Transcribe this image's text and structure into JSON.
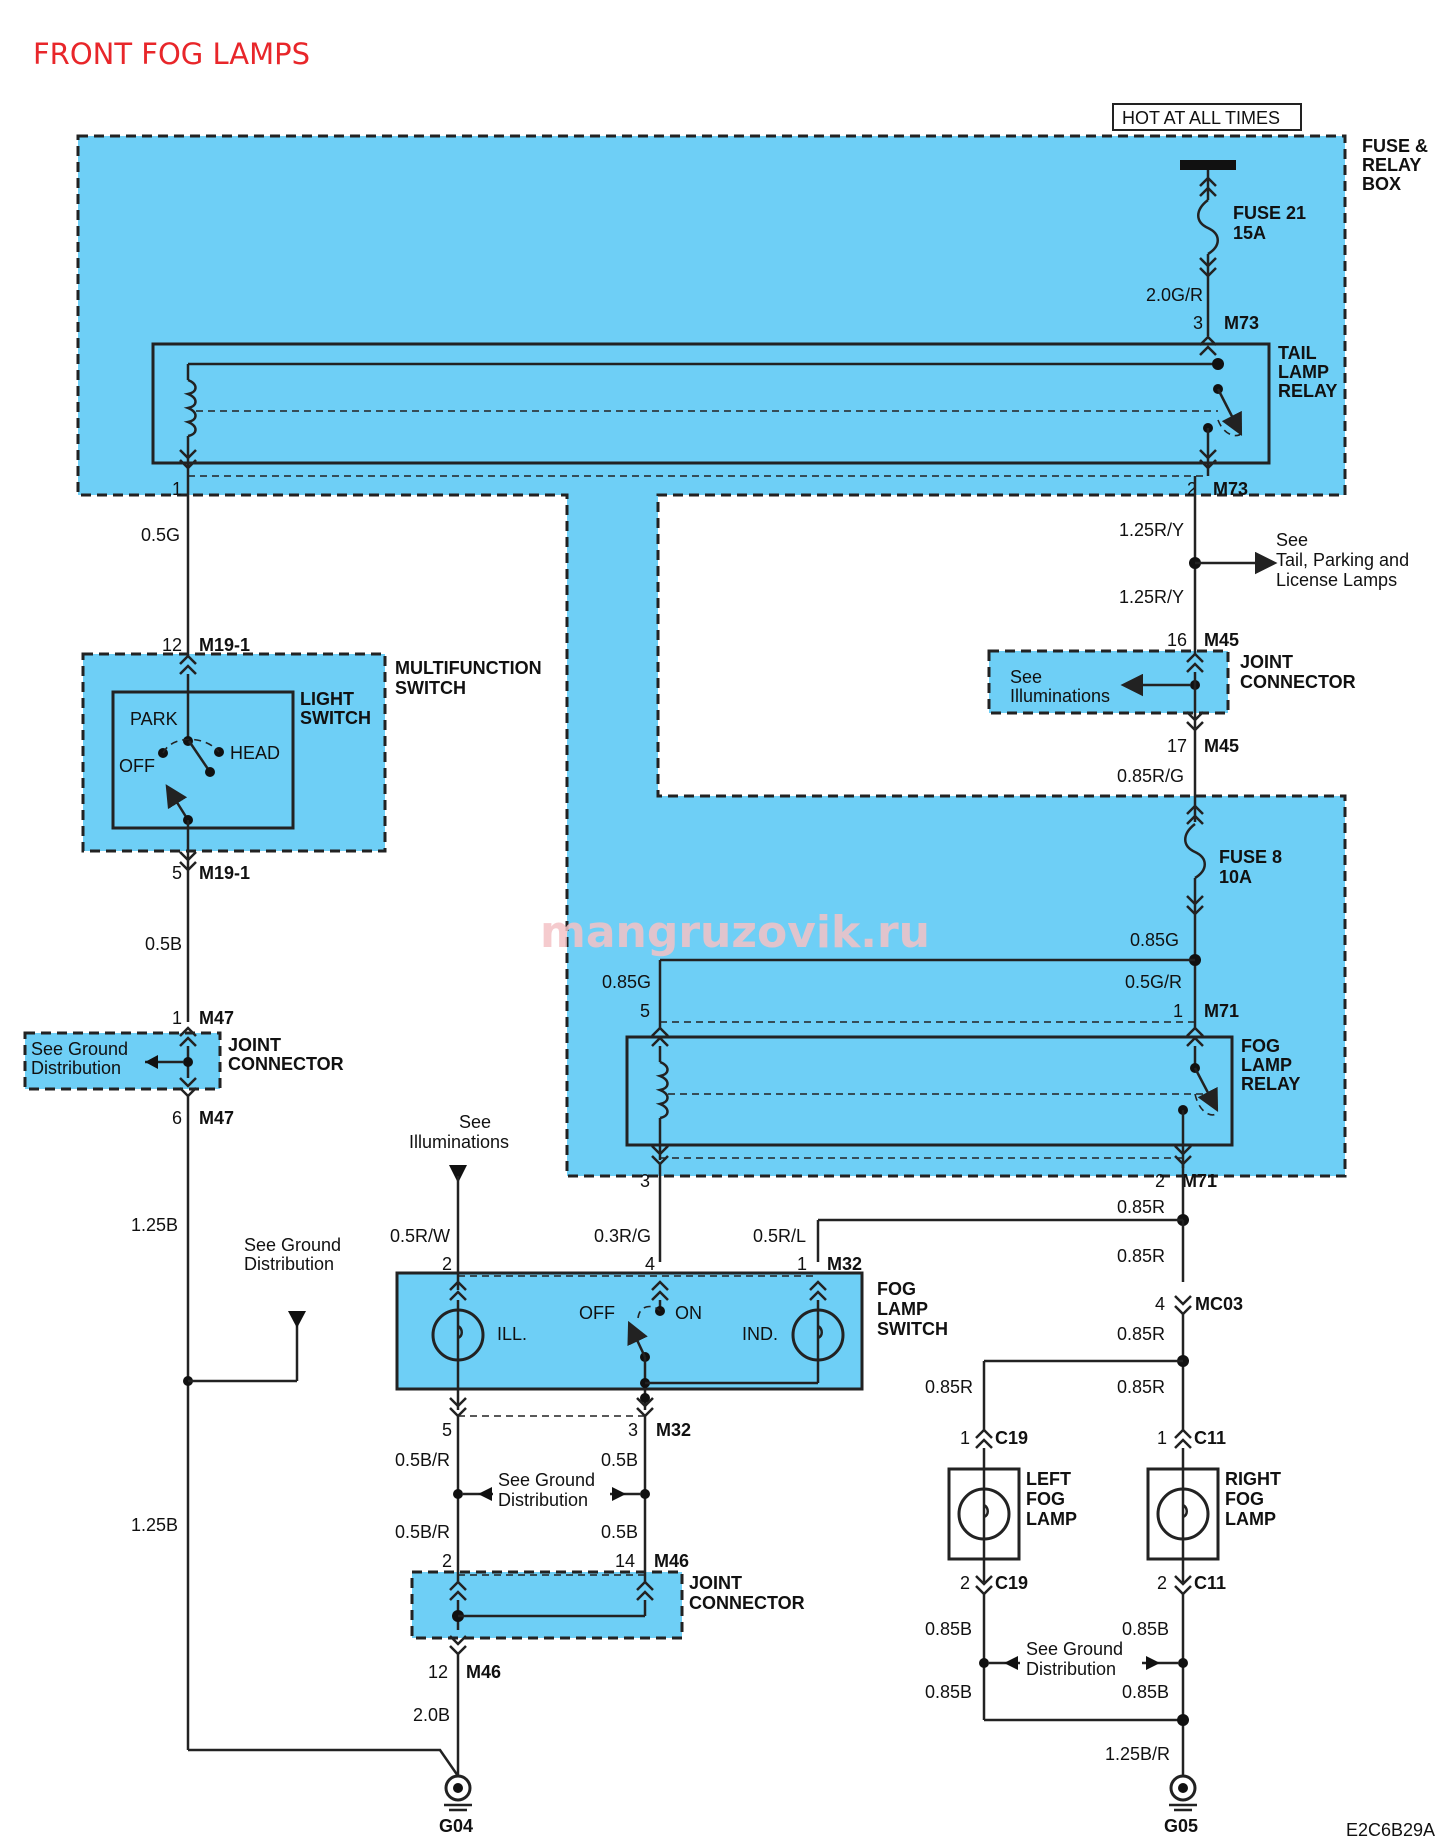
{
  "title": "FRONT FOG LAMPS",
  "watermark": "mangruzovik.ru",
  "figure_code": "E2C6B29A",
  "hot_label": "HOT AT ALL TIMES",
  "fuse_box": [
    "FUSE &",
    "RELAY",
    "BOX"
  ],
  "fuse21": [
    "FUSE 21",
    "15A"
  ],
  "fuse8": [
    "FUSE 8",
    "10A"
  ],
  "tail_relay": [
    "TAIL",
    "LAMP",
    "RELAY"
  ],
  "fog_relay": [
    "FOG",
    "LAMP",
    "RELAY"
  ],
  "fog_switch": [
    "FOG",
    "LAMP",
    "SWITCH"
  ],
  "multifunction": [
    "MULTIFUNCTION",
    "SWITCH"
  ],
  "light_switch": [
    "LIGHT",
    "SWITCH"
  ],
  "light_positions": {
    "park": "PARK",
    "off": "OFF",
    "head": "HEAD"
  },
  "joint_connector": [
    "JOINT",
    "CONNECTOR"
  ],
  "switch_labels": {
    "ill": "ILL.",
    "ind": "IND.",
    "off": "OFF",
    "on": "ON"
  },
  "left_lamp": [
    "LEFT",
    "FOG",
    "LAMP"
  ],
  "right_lamp": [
    "RIGHT",
    "FOG",
    "LAMP"
  ],
  "see_tail": [
    "See",
    "Tail, Parking and",
    "License Lamps"
  ],
  "see_illum": [
    "See",
    "Illuminations"
  ],
  "see_ground": [
    "See Ground",
    "Distribution"
  ],
  "grounds": {
    "g04": "G04",
    "g05": "G05"
  },
  "wires": {
    "w20gr": "2.0G/R",
    "w05g": "0.5G",
    "w125ry": "1.25R/Y",
    "w085rg": "0.85R/G",
    "w05b": "0.5B",
    "w085g": "0.85G",
    "w05gr": "0.5G/R",
    "w125b": "1.25B",
    "w05rw": "0.5R/W",
    "w03rg": "0.3R/G",
    "w05rl": "0.5R/L",
    "w085r": "0.85R",
    "w05br": "0.5B/R",
    "w085b": "0.85B",
    "w20b": "2.0B",
    "w125br": "1.25B/R"
  },
  "connectors": {
    "m73": "M73",
    "m19": "M19-1",
    "m45": "M45",
    "m47": "M47",
    "m71": "M71",
    "m32": "M32",
    "m46": "M46",
    "mc03": "MC03",
    "c19": "C19",
    "c11": "C11"
  },
  "pins": {
    "p1": "1",
    "p2": "2",
    "p3": "3",
    "p4": "4",
    "p5": "5",
    "p6": "6",
    "p12": "12",
    "p14": "14",
    "p16": "16",
    "p17": "17"
  }
}
